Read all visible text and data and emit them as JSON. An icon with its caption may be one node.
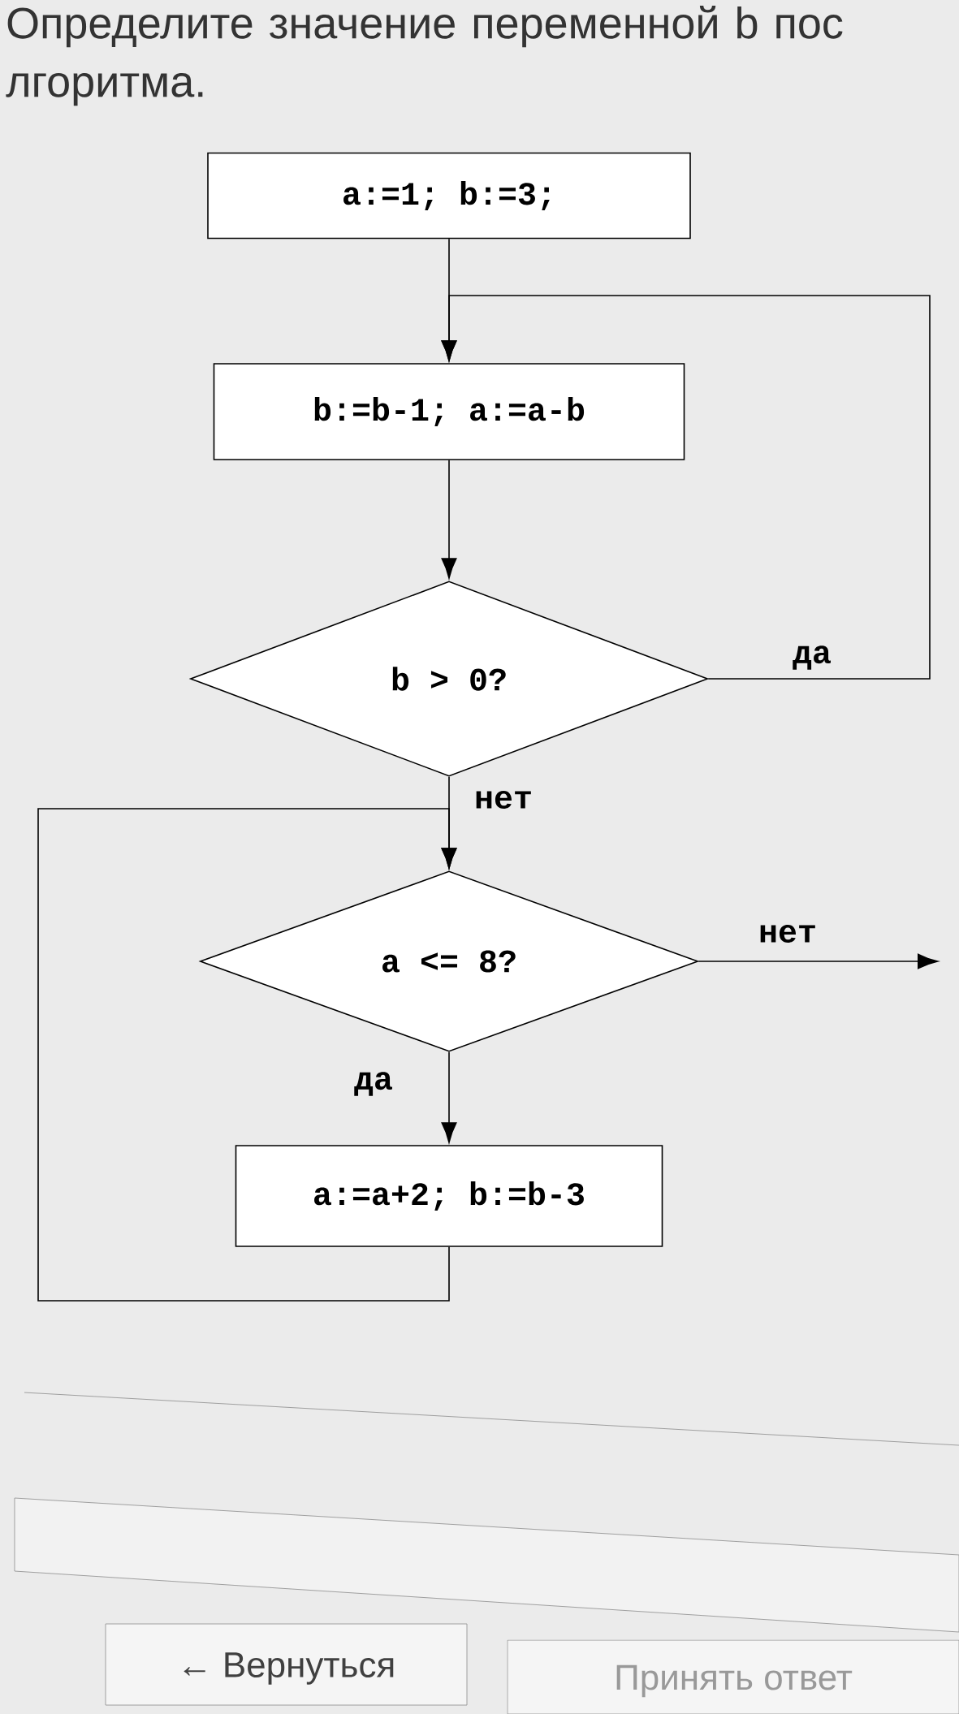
{
  "diagram": {
    "title": "Определите значение переменной b пос лгоритма.",
    "nodes": [
      {
        "text": [
          "a:=1; b:=3;"
        ]
      },
      {
        "text": [
          "b:=b-1; a:=a-b"
        ]
      },
      {
        "text": [
          "b > 0?"
        ]
      },
      {
        "text": [
          "a <= 8?"
        ]
      },
      {
        "text": [
          "a:=a+2; b:=b-3"
        ]
      }
    ],
    "edges": [
      {
        "from": 0,
        "to": 1,
        "arrow": "to"
      },
      {
        "from": 1,
        "to": 2,
        "arrow": "to"
      },
      {
        "from": 2,
        "to": 1,
        "arrow": "to",
        "label": "да"
      },
      {
        "from": 2,
        "to": 3,
        "arrow": "to",
        "label": "нет"
      },
      {
        "from": 3,
        "to": null,
        "arrow": "to",
        "label": "нет"
      },
      {
        "from": 3,
        "to": 4,
        "arrow": "to",
        "label": "да"
      },
      {
        "from": 4,
        "to": 3,
        "arrow": "to"
      }
    ],
    "labels": [
      "← Вернуться",
      "Принять ответ"
    ]
  }
}
